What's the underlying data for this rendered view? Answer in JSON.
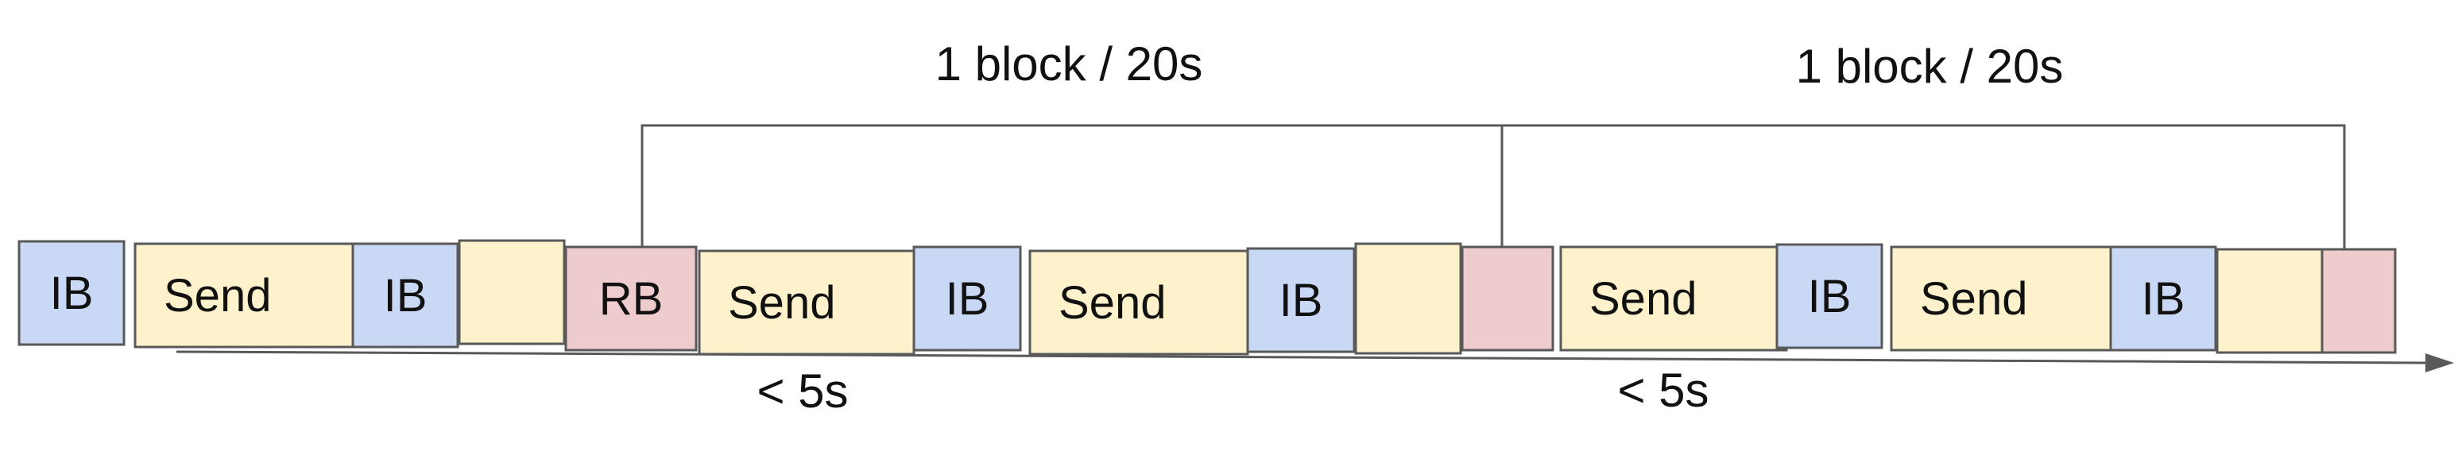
{
  "colors": {
    "ib": "#c9d9f5",
    "send": "#fdf2cc",
    "rb": "#eecbcd",
    "stroke": "#595959",
    "text": "#111111"
  },
  "blocks": [
    {
      "kind": "ib",
      "label": "IB"
    },
    {
      "kind": "send",
      "label": "Send"
    },
    {
      "kind": "ib",
      "label": "IB"
    },
    {
      "kind": "send",
      "label": ""
    },
    {
      "kind": "rb",
      "label": "RB"
    },
    {
      "kind": "send",
      "label": "Send"
    },
    {
      "kind": "ib",
      "label": "IB"
    },
    {
      "kind": "send",
      "label": "Send"
    },
    {
      "kind": "ib",
      "label": "IB"
    },
    {
      "kind": "send",
      "label": ""
    },
    {
      "kind": "rb",
      "label": ""
    },
    {
      "kind": "send",
      "label": "Send"
    },
    {
      "kind": "ib",
      "label": "IB"
    },
    {
      "kind": "send",
      "label": "Send"
    },
    {
      "kind": "ib",
      "label": "IB"
    },
    {
      "kind": "send",
      "label": ""
    },
    {
      "kind": "rb",
      "label": ""
    }
  ],
  "annotations": {
    "interval_1": "1 block / 20s",
    "interval_2": "1 block / 20s",
    "latency_1": "< 5s",
    "latency_2": "< 5s"
  }
}
